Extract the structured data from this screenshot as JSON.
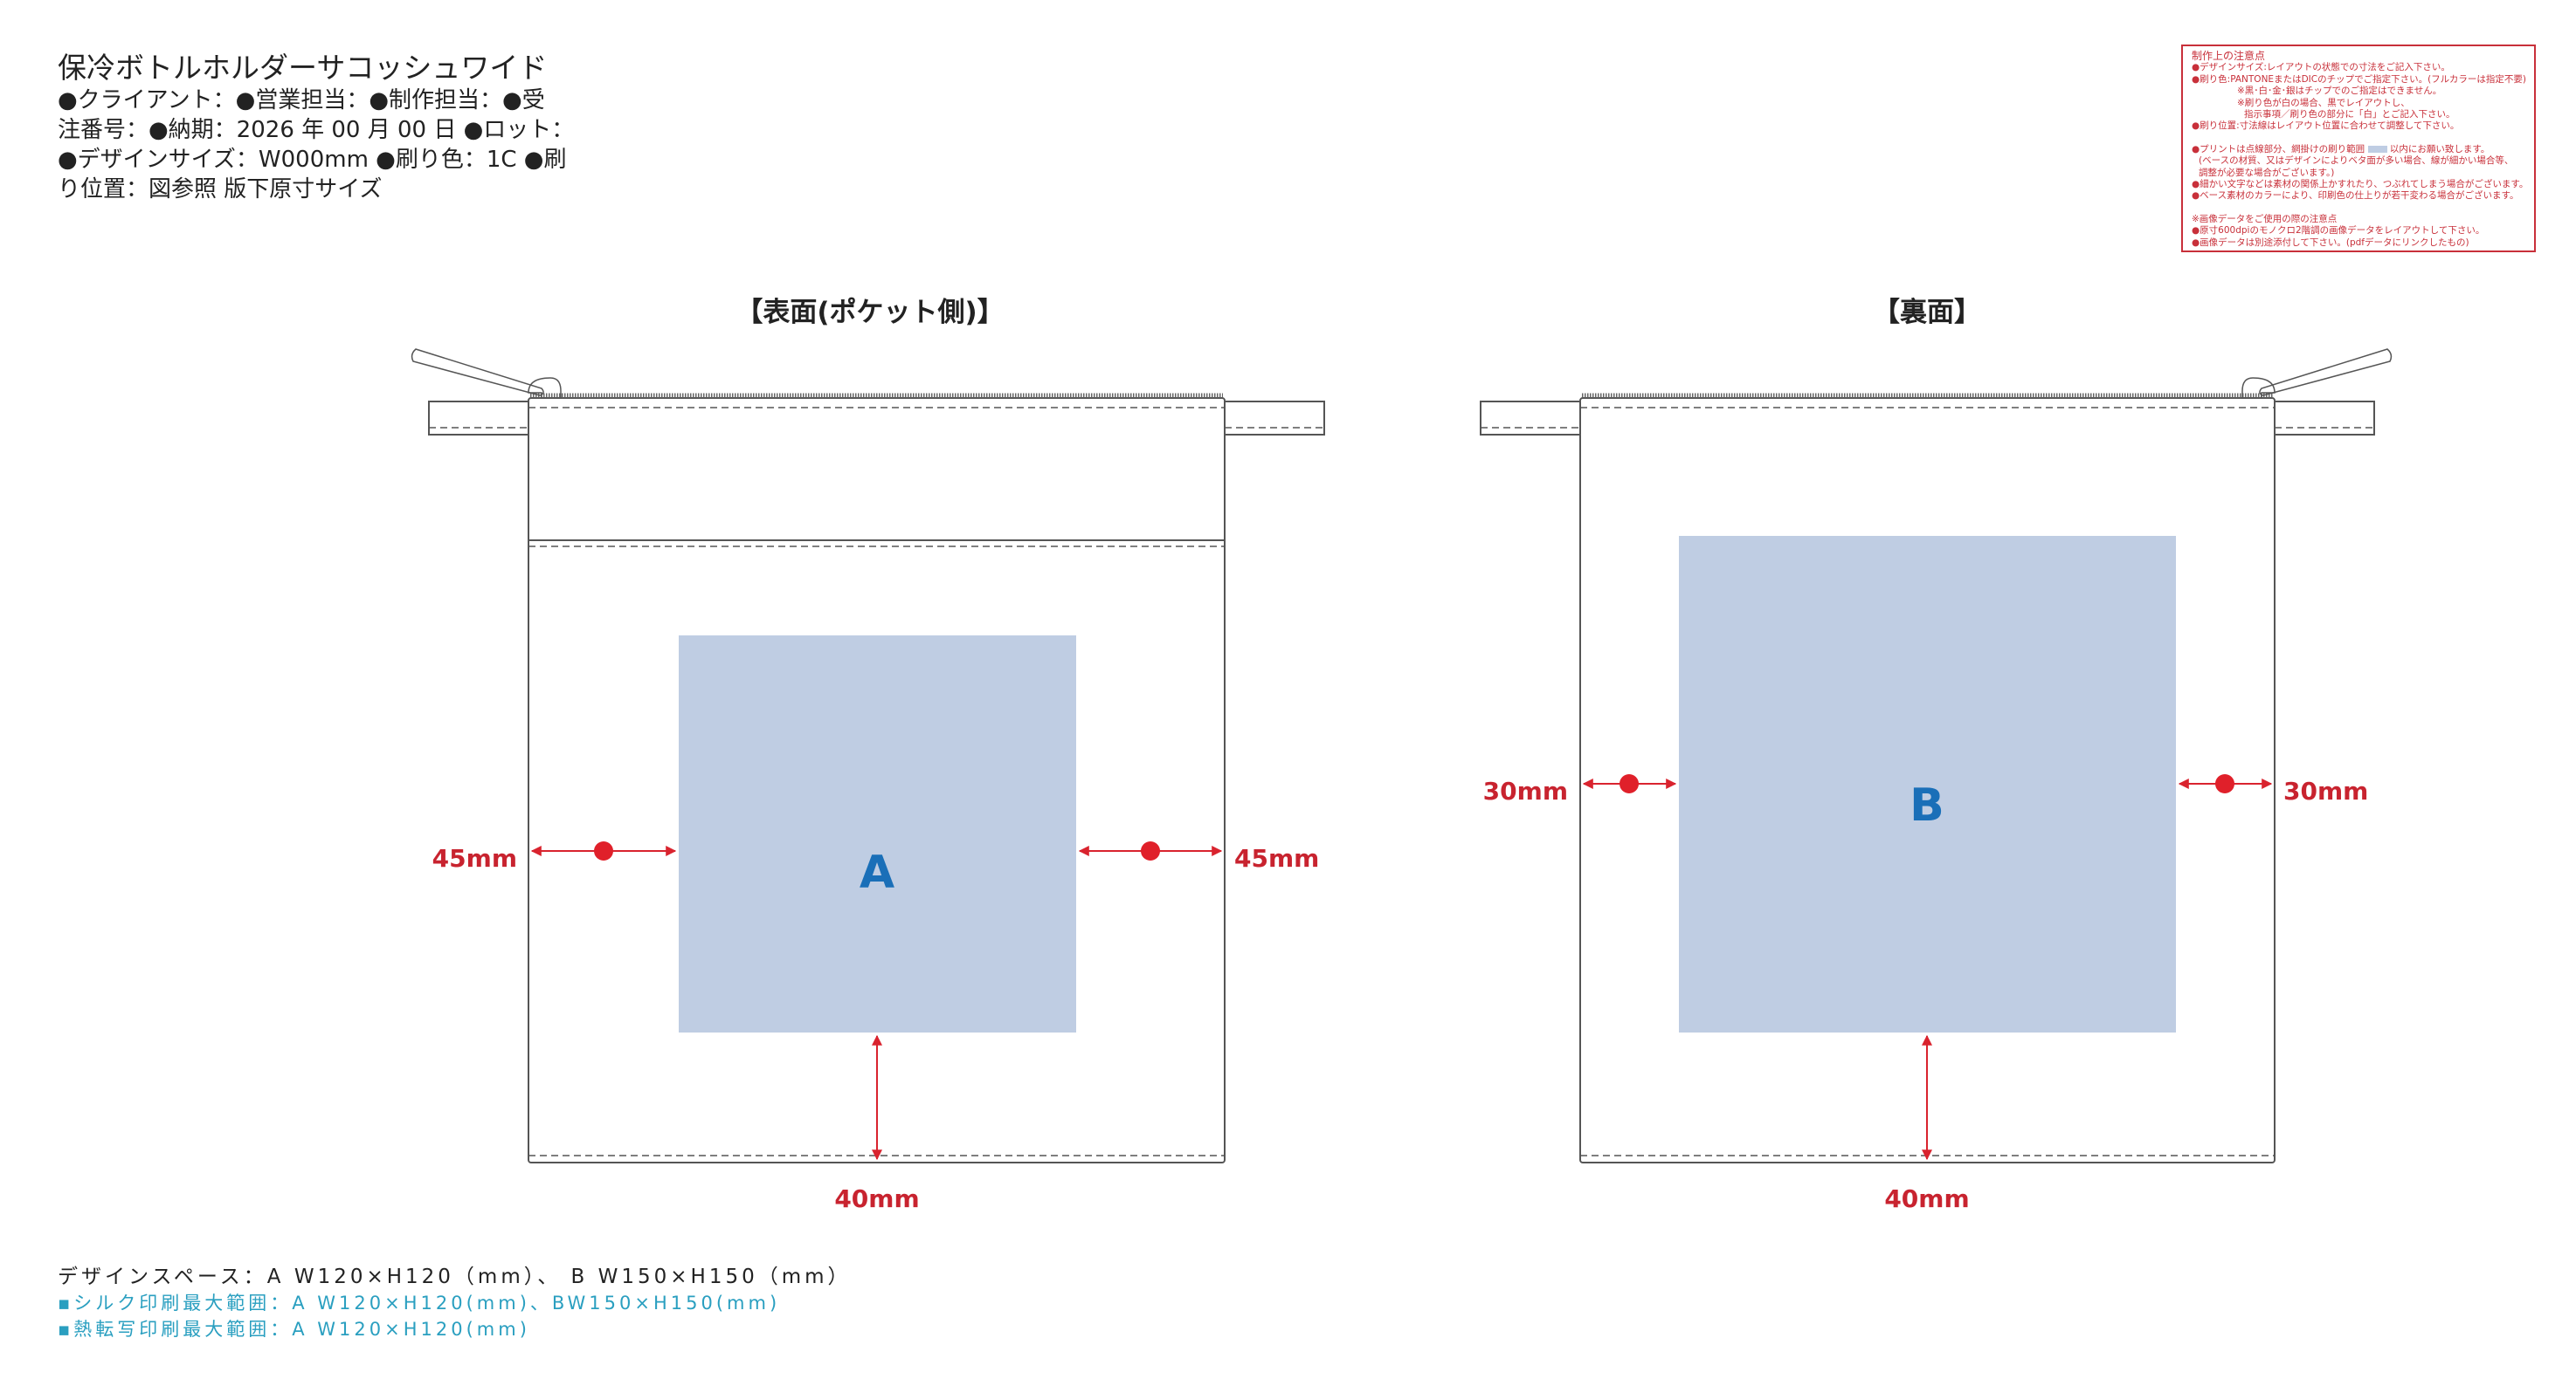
{
  "header": {
    "title": "保冷ボトルホルダーサコッシュワイド",
    "lines": [
      "●クライアント：●営業担当：●制作担当：●受",
      "注番号：●納期：2026 年 00 月 00 日 ●ロット：",
      "●デザインサイズ：W000mm ●刷り色：1C ●刷",
      "り位置：図参照 版下原寸サイズ"
    ]
  },
  "notes": {
    "heading": "制作上の注意点",
    "l1": "●デザインサイズ:レイアウトの状態での寸法をご記入下さい。",
    "l2": "●刷り色:PANTONEまたはDICのチップでご指定下さい。(フルカラーは指定不要)",
    "l3": "※黒･白･金･銀はチップでのご指定はできません。",
    "l4": "※刷り色が白の場合、黒でレイアウトし、",
    "l5": "指示事項／刷り色の部分に「白」とご記入下さい。",
    "l6": "●刷り位置:寸法線はレイアウト位置に合わせて調整して下さい。",
    "l7a": "●プリントは点線部分、網掛けの刷り範囲",
    "l7b": "以内にお願い致します。",
    "l8": "(ベースの材質、又はデザインによりベタ面が多い場合、線が細かい場合等、",
    "l9": "調整が必要な場合がございます。)",
    "l10": "●細かい文字などは素材の関係上かすれたり、つぶれてしまう場合がございます。",
    "l11": "●ベース素材のカラーにより、印刷色の仕上りが若干変わる場合がございます。",
    "l12": "※画像データをご使用の際の注意点",
    "l13": "●原寸600dpiのモノクロ2階調の画像データをレイアウトして下さい。",
    "l14": "●画像データは別途添付して下さい。(pdfデータにリンクしたもの)"
  },
  "front": {
    "title": "【表面(ポケット側)】",
    "area_label": "A",
    "left_margin": "45mm",
    "right_margin": "45mm",
    "bottom_margin": "40mm"
  },
  "back": {
    "title": "【裏面】",
    "area_label": "B",
    "left_margin": "30mm",
    "right_margin": "30mm",
    "bottom_margin": "40mm"
  },
  "footer": {
    "design_space": "デザインスペース：A W120×H120（mm）、 B W150×H150（mm）",
    "silk": "▪シルク印刷最大範囲：A W120×H120(mm)、BW150×H150(mm)",
    "heat": "▪熱転写印刷最大範囲：A W120×H120(mm)"
  },
  "colors": {
    "dimension": "#c8232f",
    "print_area": "#bfcde3",
    "area_letter": "#1a6fb8",
    "footer_accent": "#2a9fc0"
  }
}
